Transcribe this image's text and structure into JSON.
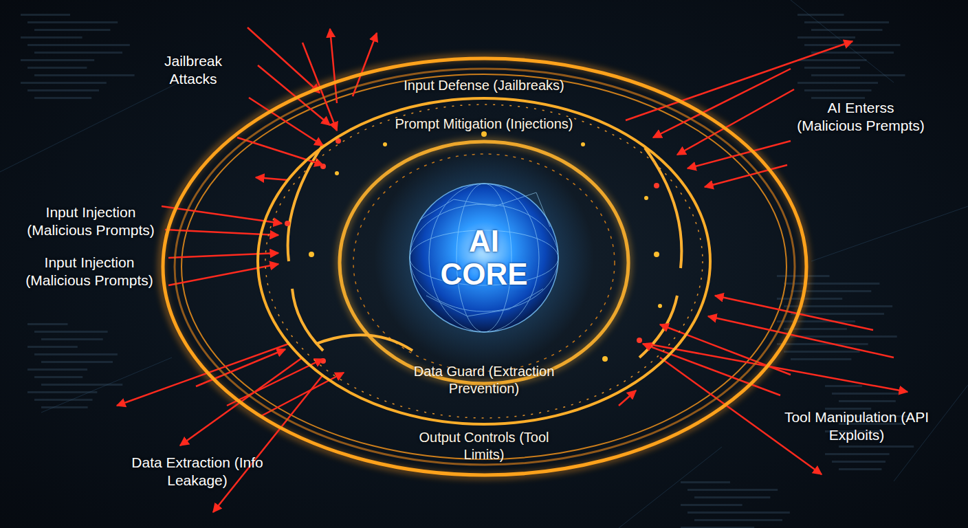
{
  "diagram": {
    "nodes": [
      {
        "text": [
          "Input Defense (Jailbreaks)",
          "Output Controls (Tool Limits)"
        ]
      },
      {
        "text": [
          "Prompt Mitigation (Injections)",
          "Data Guard (Extraction Prevention)"
        ],
        "in": 0
      },
      {
        "text": [
          "AI CORE"
        ],
        "in": 1
      }
    ],
    "labels": [
      "Jailbreak Attacks",
      "AI Enterss (Malicious Prempts)",
      "Input Injection (Malicious Prompts)",
      "Input Injection (Malicious Prompts)",
      "Data Extraction (Info Leakage)",
      "Tool Manipulation (API Exploits)"
    ]
  }
}
